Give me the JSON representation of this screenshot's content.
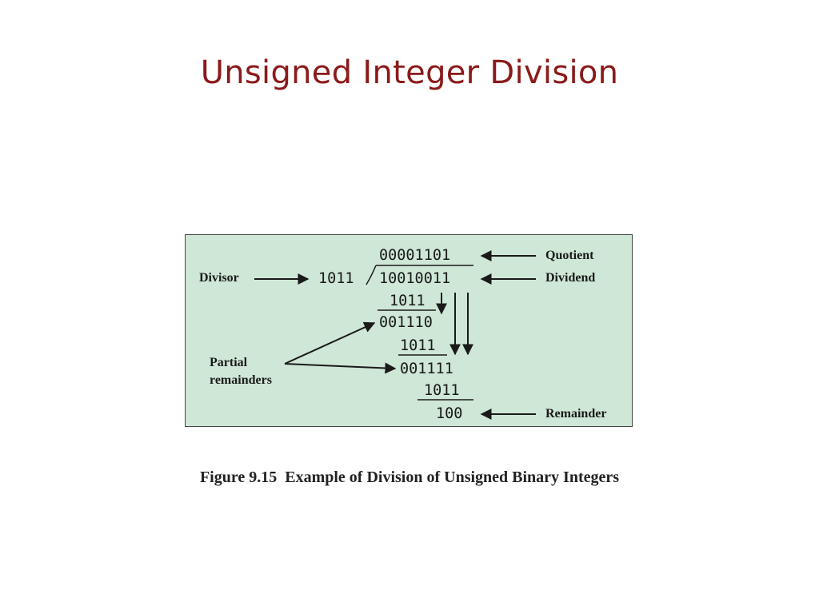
{
  "slide": {
    "title": "Unsigned Integer Division"
  },
  "diagram": {
    "quotient": "00001101",
    "divisor": "1011",
    "dividend": "10010011",
    "steps": [
      "1011",
      "001110",
      "1011",
      "001111",
      "1011"
    ],
    "remainder": "100",
    "labels": {
      "quotient": "Quotient",
      "dividend": "Dividend",
      "divisor": "Divisor",
      "partial_line1": "Partial",
      "partial_line2": "remainders",
      "remainder": "Remainder"
    },
    "panel_color": "#cfe7d6"
  },
  "caption": {
    "number": "Figure 9.15",
    "text": "Example of Division of Unsigned Binary Integers"
  }
}
